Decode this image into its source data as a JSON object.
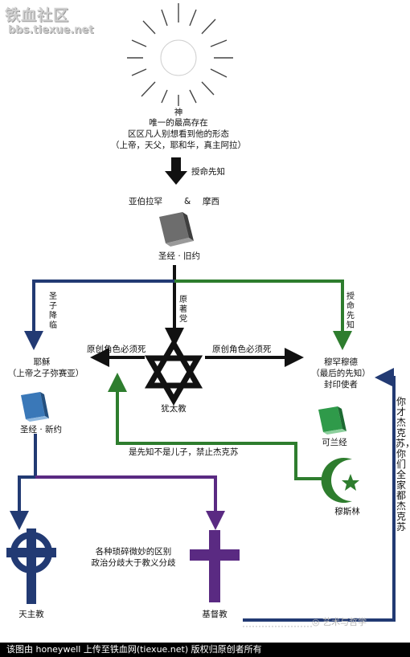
{
  "watermark": {
    "site_name": "铁血社区",
    "url": "bbs.tiexue.net"
  },
  "god": {
    "title": "神",
    "line1": "唯一的最高存在",
    "line2": "区区凡人别想看到他的形态",
    "names": "（上帝，天父，耶和华，真主阿拉）"
  },
  "arrows": {
    "prophecy": "授命先知",
    "to_judaism": "原著党",
    "to_jesus_vertical": "圣子降临",
    "to_muhammad_vertical": "授命先知",
    "left_original": "原创角色必须死",
    "right_original": "原创角色必须死",
    "islam_to_jesus": "是先知不是儿子，禁止杰克苏",
    "right_side_vertical": "你才杰克苏，你们全家都杰克苏"
  },
  "prophets": {
    "abraham": "亚伯拉罕",
    "amp": "&",
    "moses": "摩西"
  },
  "old_testament": "圣经 · 旧约",
  "jesus": {
    "name": "耶稣",
    "subtitle": "（上帝之子弥赛亚）"
  },
  "new_testament": "圣经 · 新约",
  "judaism": "犹太教",
  "muhammad": {
    "name": "穆罕穆德",
    "subtitle": "（最后的先知）",
    "title": "封印使者"
  },
  "quran": "可兰经",
  "islam": "穆斯林",
  "schism_note": {
    "line1": "各种琐碎微妙的区别",
    "line2": "政治分歧大于教义分歧"
  },
  "catholic": "天主教",
  "protestant": "基督教",
  "social_tag": "艺术与哲学",
  "footer": "该图由 honeywell 上传至铁血网(tiexue.net) 版权归原创者所有",
  "colors": {
    "navy": "#223a73",
    "green": "#2e7d2e",
    "purple": "#5a2a82",
    "black": "#111111",
    "book_gray": "#6d6d6d",
    "book_blue": "#3a78b8",
    "book_green": "#2f9a4a"
  }
}
